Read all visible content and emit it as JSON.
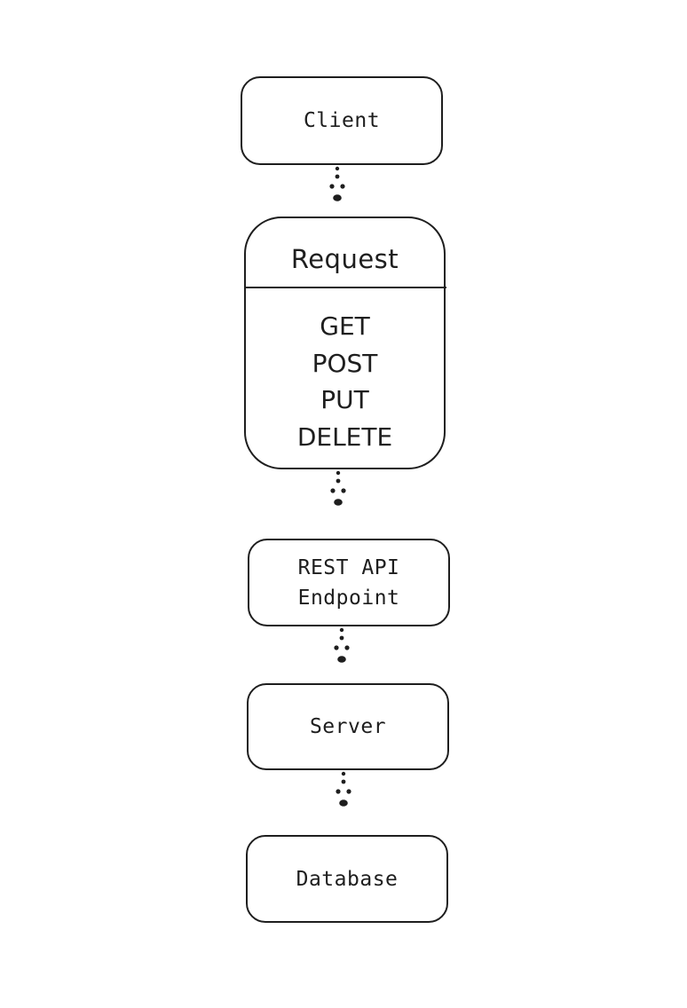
{
  "nodes": {
    "client": {
      "label": "Client"
    },
    "request": {
      "title": "Request",
      "methods": [
        "GET",
        "POST",
        "PUT",
        "DELETE"
      ]
    },
    "endpoint": {
      "lines": [
        "REST API",
        "Endpoint"
      ]
    },
    "server": {
      "label": "Server"
    },
    "database": {
      "label": "Database"
    }
  },
  "colors": {
    "stroke": "#1e1e1e",
    "background": "#ffffff"
  }
}
